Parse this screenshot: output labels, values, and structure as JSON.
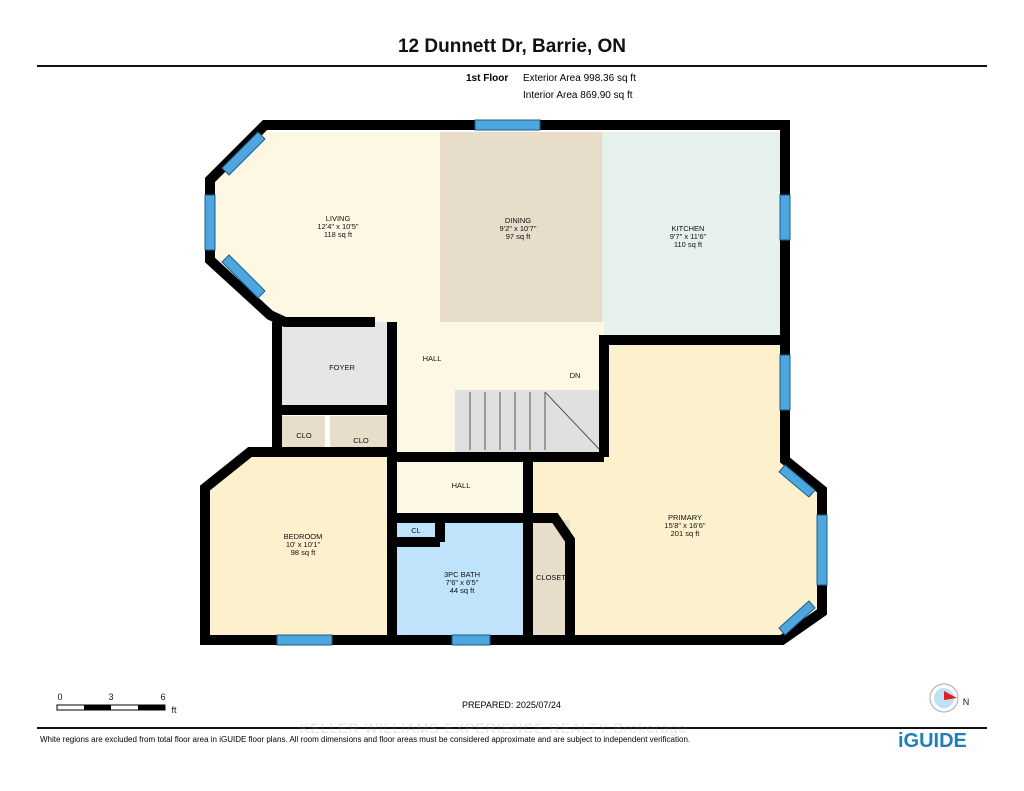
{
  "title": "12 Dunnett Dr, Barrie, ON",
  "floor": {
    "name": "1st Floor",
    "exterior_area": "Exterior Area 998.36 sq ft",
    "interior_area": "Interior Area 869.90 sq ft"
  },
  "rooms": {
    "living": {
      "name": "LIVING",
      "dims": "12'4\" x 10'5\"",
      "area": "118 sq ft"
    },
    "dining": {
      "name": "DINING",
      "dims": "9'2\" x 10'7\"",
      "area": "97 sq ft"
    },
    "kitchen": {
      "name": "KITCHEN",
      "dims": "9'7\" x 11'6\"",
      "area": "110 sq ft"
    },
    "foyer": {
      "name": "FOYER"
    },
    "hall_upper": {
      "name": "HALL"
    },
    "stairs": {
      "name": "DN"
    },
    "clo1": {
      "name": "CLO"
    },
    "clo2": {
      "name": "CLO"
    },
    "hall_lower": {
      "name": "HALL"
    },
    "cl": {
      "name": "CL"
    },
    "bedroom": {
      "name": "BEDROOM",
      "dims": "10' x 10'1\"",
      "area": "98 sq ft"
    },
    "bath": {
      "name": "3PC BATH",
      "dims": "7'6\" x 6'5\"",
      "area": "44 sq ft"
    },
    "closet": {
      "name": "CLOSET"
    },
    "primary": {
      "name": "PRIMARY",
      "dims": "15'8\" x 16'6\"",
      "area": "201 sq ft"
    }
  },
  "scale": {
    "ticks": [
      "0",
      "3",
      "6"
    ],
    "unit": "ft"
  },
  "prepared": "PREPARED: 2025/07/24",
  "compass": {
    "label": "N",
    "icon": "compass-icon"
  },
  "disclaimer": "White regions are excluded from total floor area in iGUIDE floor plans. All room dimensions and floor areas must be considered approximate and are subject to independent verification.",
  "watermark": "KELLER WILLIAMS EXPERIENCE REALTY Brokerage",
  "logo": "iGUIDE",
  "colors": {
    "wall": "#000000",
    "window": "#4da6dd",
    "bath": "#bfe3fb",
    "kitchen": "#e5f1ea",
    "dining": "#e8dccb",
    "living": "#fdf8e3",
    "bedroom": "#fdf0cc"
  }
}
